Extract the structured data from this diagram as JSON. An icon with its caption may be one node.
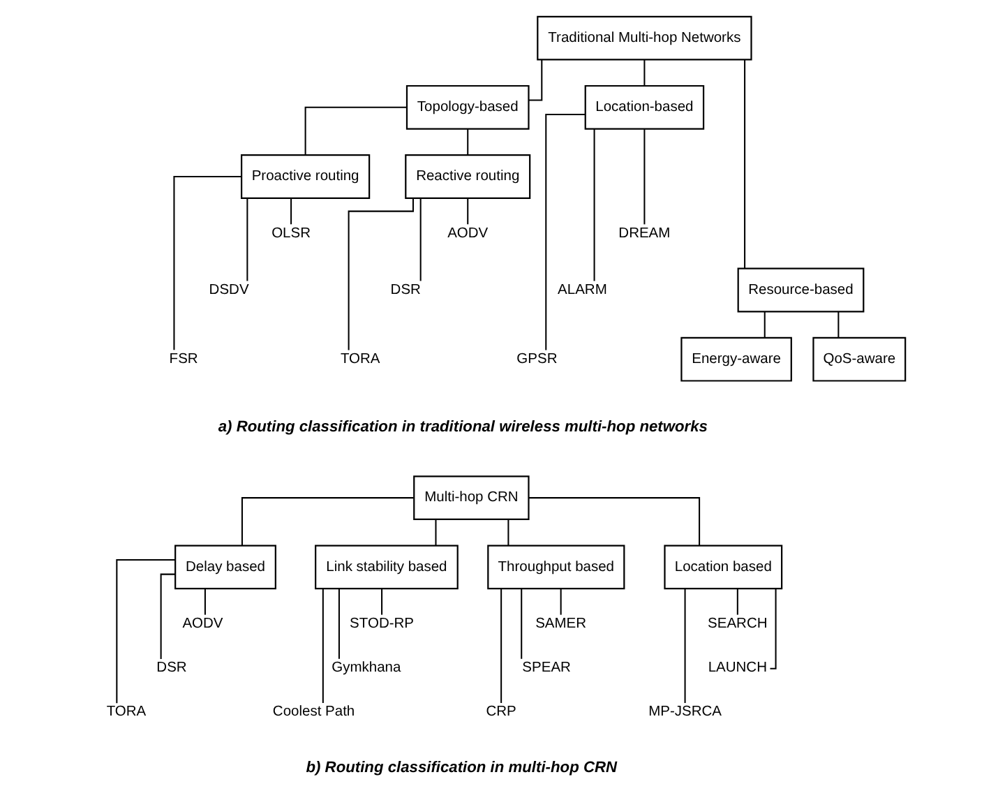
{
  "diagram": {
    "nodes": [
      {
        "text": [
          "Traditional Multi-hop Networks"
        ]
      },
      {
        "text": [
          "Topology-based"
        ]
      },
      {
        "text": [
          "Location-based"
        ]
      },
      {
        "text": [
          "Resource-based"
        ]
      },
      {
        "text": [
          "Proactive routing"
        ]
      },
      {
        "text": [
          "Reactive routing"
        ]
      },
      {
        "text": [
          "DREAM"
        ]
      },
      {
        "text": [
          "ALARM"
        ]
      },
      {
        "text": [
          "GPSR"
        ]
      },
      {
        "text": [
          "Energy-aware"
        ]
      },
      {
        "text": [
          "QoS-aware"
        ]
      },
      {
        "text": [
          "OLSR"
        ]
      },
      {
        "text": [
          "DSDV"
        ]
      },
      {
        "text": [
          "FSR"
        ]
      },
      {
        "text": [
          "AODV"
        ]
      },
      {
        "text": [
          "DSR"
        ]
      },
      {
        "text": [
          "TORA"
        ]
      },
      {
        "text": [
          "Multi-hop CRN"
        ]
      },
      {
        "text": [
          "Delay based"
        ]
      },
      {
        "text": [
          "Link stability based"
        ]
      },
      {
        "text": [
          "Throughput based"
        ]
      },
      {
        "text": [
          "Location based"
        ]
      },
      {
        "text": [
          "AODV"
        ]
      },
      {
        "text": [
          "DSR"
        ]
      },
      {
        "text": [
          "TORA"
        ]
      },
      {
        "text": [
          "STOD-RP"
        ]
      },
      {
        "text": [
          "Gymkhana"
        ]
      },
      {
        "text": [
          "Coolest Path"
        ]
      },
      {
        "text": [
          "SAMER"
        ]
      },
      {
        "text": [
          "SPEAR"
        ]
      },
      {
        "text": [
          "CRP"
        ]
      },
      {
        "text": [
          "SEARCH"
        ]
      },
      {
        "text": [
          "LAUNCH"
        ]
      },
      {
        "text": [
          "MP-JSRCA"
        ]
      }
    ],
    "edges": [
      {
        "from": 0,
        "to": 1,
        "arrow": "none"
      },
      {
        "from": 0,
        "to": 2,
        "arrow": "none"
      },
      {
        "from": 0,
        "to": 3,
        "arrow": "none"
      },
      {
        "from": 1,
        "to": 4,
        "arrow": "none"
      },
      {
        "from": 1,
        "to": 5,
        "arrow": "none"
      },
      {
        "from": 2,
        "to": 6,
        "arrow": "none"
      },
      {
        "from": 2,
        "to": 7,
        "arrow": "none"
      },
      {
        "from": 2,
        "to": 8,
        "arrow": "none"
      },
      {
        "from": 3,
        "to": 9,
        "arrow": "none"
      },
      {
        "from": 3,
        "to": 10,
        "arrow": "none"
      },
      {
        "from": 4,
        "to": 11,
        "arrow": "none"
      },
      {
        "from": 4,
        "to": 12,
        "arrow": "none"
      },
      {
        "from": 4,
        "to": 13,
        "arrow": "none"
      },
      {
        "from": 5,
        "to": 14,
        "arrow": "none"
      },
      {
        "from": 5,
        "to": 15,
        "arrow": "none"
      },
      {
        "from": 5,
        "to": 16,
        "arrow": "none"
      },
      {
        "from": 17,
        "to": 18,
        "arrow": "none"
      },
      {
        "from": 17,
        "to": 19,
        "arrow": "none"
      },
      {
        "from": 17,
        "to": 20,
        "arrow": "none"
      },
      {
        "from": 17,
        "to": 21,
        "arrow": "none"
      },
      {
        "from": 18,
        "to": 22,
        "arrow": "none"
      },
      {
        "from": 18,
        "to": 23,
        "arrow": "none"
      },
      {
        "from": 18,
        "to": 24,
        "arrow": "none"
      },
      {
        "from": 19,
        "to": 25,
        "arrow": "none"
      },
      {
        "from": 19,
        "to": 26,
        "arrow": "none"
      },
      {
        "from": 19,
        "to": 27,
        "arrow": "none"
      },
      {
        "from": 20,
        "to": 28,
        "arrow": "none"
      },
      {
        "from": 20,
        "to": 29,
        "arrow": "none"
      },
      {
        "from": 20,
        "to": 30,
        "arrow": "none"
      },
      {
        "from": 21,
        "to": 31,
        "arrow": "none"
      },
      {
        "from": 21,
        "to": 32,
        "arrow": "none"
      },
      {
        "from": 21,
        "to": 33,
        "arrow": "none"
      }
    ],
    "labels": [
      "a) Routing classification in traditional wireless multi-hop networks",
      "b) Routing classification in multi-hop CRN"
    ]
  }
}
